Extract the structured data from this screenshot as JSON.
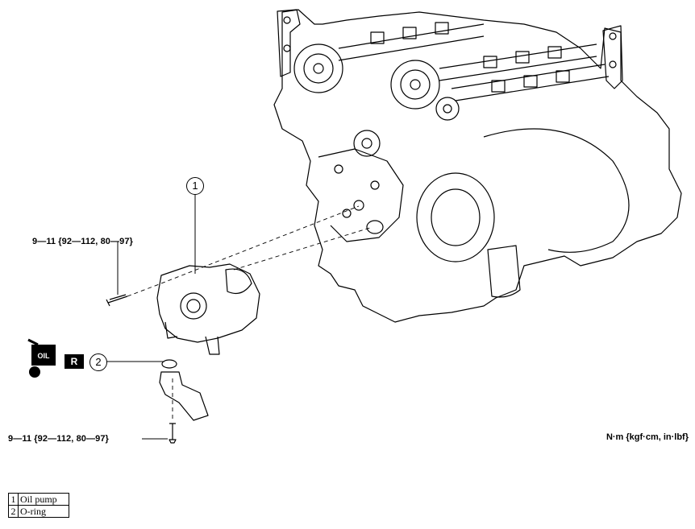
{
  "torque_upper": "9—11 {92—112, 80—97}",
  "torque_lower": "9—11 {92—112, 80—97}",
  "unit_label": "N·m {kgf·cm, in·lbf}",
  "callouts": {
    "one": "1",
    "two": "2"
  },
  "oil_text": "OIL",
  "replace_text": "R",
  "legend": [
    {
      "num": "1",
      "name": "Oil pump"
    },
    {
      "num": "2",
      "name": "O-ring"
    }
  ]
}
